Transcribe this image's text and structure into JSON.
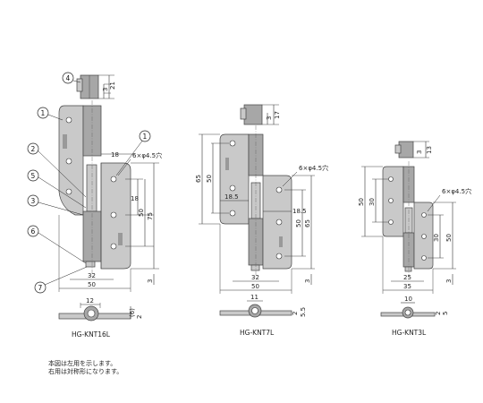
{
  "callouts": [
    "1",
    "2",
    "3",
    "4",
    "5",
    "6",
    "7"
  ],
  "hinge_large": {
    "model": "HG-KNT16L",
    "holes": "6×φ4.5穴",
    "dims": {
      "h18_top": "18",
      "h18_mid": "18",
      "v50": "50",
      "v75": "75",
      "b32": "32",
      "b50": "50",
      "v3_top": "3",
      "v21": "21",
      "v3_side": "3",
      "s12": "12",
      "s6": "(6)",
      "s2": "2"
    }
  },
  "hinge_medium": {
    "model": "HG-KNT7L",
    "holes": "6×φ4.5穴",
    "dims": {
      "v3": "3",
      "v17": "17",
      "v65_left": "65",
      "v50_left": "50",
      "h18_5_left": "18.5",
      "h18_5_right": "18.5",
      "v50_right": "50",
      "v65_right": "65",
      "b32": "32",
      "b50": "50",
      "v3_side": "3",
      "s11": "11",
      "s2": "2",
      "s5_5": "5.5"
    }
  },
  "hinge_small": {
    "model": "HG-KNT3L",
    "holes": "6×φ4.5穴",
    "dims": {
      "v3": "3",
      "v13": "13",
      "v50_left": "50",
      "v30_left": "30",
      "v30_right": "30",
      "v50_right": "50",
      "b25": "25",
      "b35": "35",
      "v3_side": "3",
      "s10": "10",
      "s2": "2",
      "s5": "5"
    }
  },
  "notes": [
    "本図は左用を示します。",
    "右用は対称形になります。"
  ]
}
